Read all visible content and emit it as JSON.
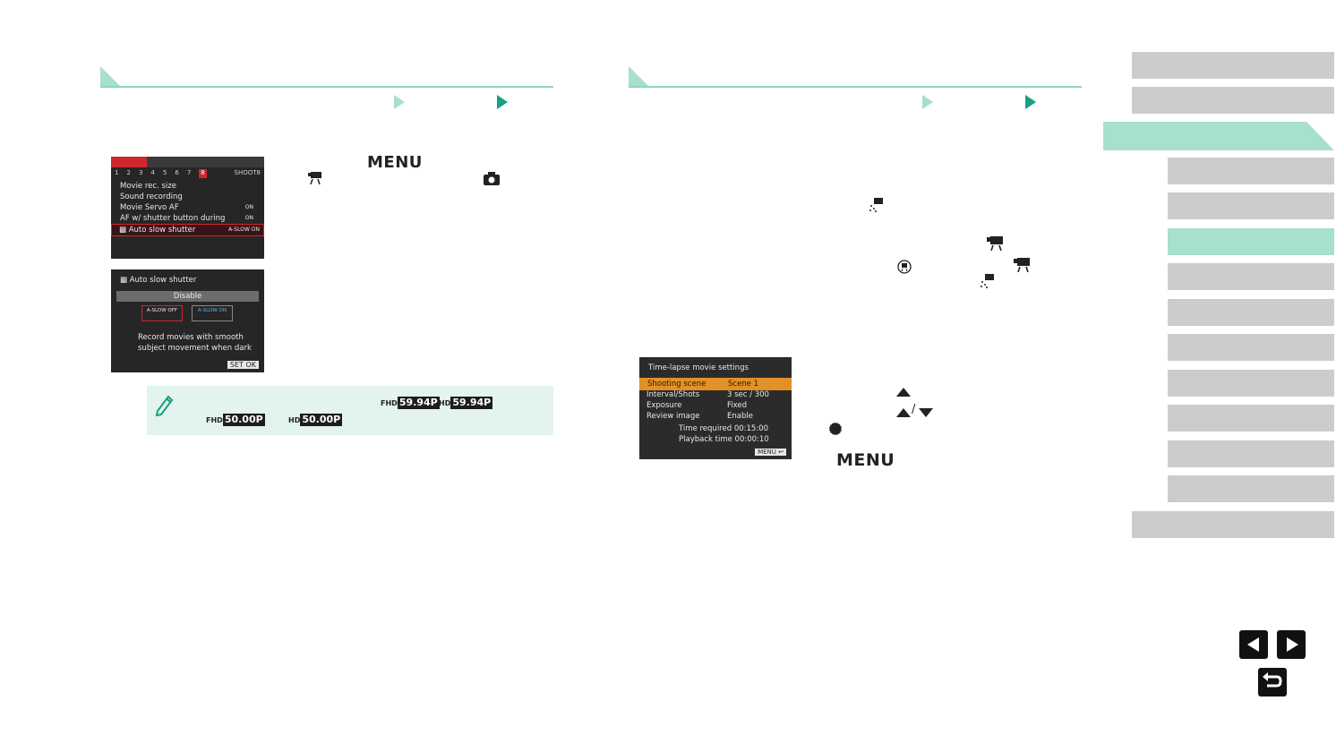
{
  "left_section": {
    "menu_key": "MENU",
    "screen1": {
      "tab_numbers": [
        "1",
        "2",
        "3",
        "4",
        "5",
        "6",
        "7",
        "8"
      ],
      "tab_last": "SHOOT8",
      "rows": [
        {
          "label": "Movie rec. size",
          "value": ""
        },
        {
          "label": "Sound recording",
          "value": ""
        },
        {
          "label": "Movie Servo AF",
          "value": "ON"
        },
        {
          "label": "AF w/ shutter button during",
          "value": "ON"
        },
        {
          "label": "Auto slow shutter",
          "value": "A-SLOW ON"
        }
      ]
    },
    "screen2": {
      "title": "Auto slow shutter",
      "option_bar": "Disable",
      "option_a": "A-SLOW OFF",
      "option_b": "A-SLOW ON",
      "description_line1": "Record movies with smooth",
      "description_line2": "subject movement when dark",
      "set_button": "SET OK"
    },
    "tip_badges": {
      "fhd_5994": "59.94P",
      "hd_5994": "59.94P",
      "fhd_5000": "50.00P",
      "hd_5000": "50.00P",
      "fhd_prefix": "FHD",
      "hd_prefix": "HD"
    }
  },
  "right_section": {
    "menu_key": "MENU",
    "screen": {
      "title": "Time-lapse movie settings",
      "rows": [
        {
          "label": "Shooting scene",
          "value": "Scene 1"
        },
        {
          "label": "Interval/Shots",
          "value": "3 sec / 300"
        },
        {
          "label": "Exposure",
          "value": "Fixed"
        },
        {
          "label": "Review image",
          "value": "Enable"
        }
      ],
      "time_required": "Time required 00:15:00",
      "playback_time": "Playback time 00:00:10",
      "menu_back": "MENU ↩"
    }
  },
  "sidebar": {
    "colors": {
      "button": "#cccccc",
      "active": "#a7e0cd"
    }
  },
  "icons": {
    "movie": "movie-camera-icon",
    "still_camera": "still-camera-icon",
    "timelapse": "time-lapse-movie-icon",
    "mode_dial": "mode-dial-icon",
    "control_dial": "control-dial-icon",
    "pencil": "pencil-note-icon"
  }
}
